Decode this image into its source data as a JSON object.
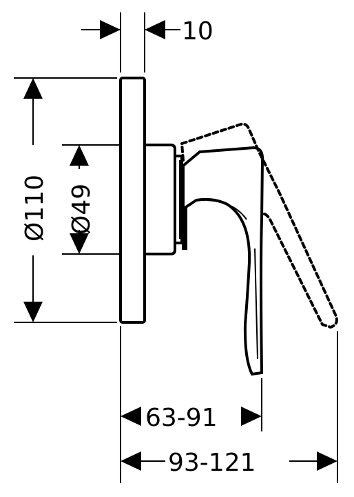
{
  "drawing": {
    "line_color": "#000000",
    "background": "#ffffff",
    "dimensions": {
      "plate_thickness": "10",
      "plate_diameter": "Ø110",
      "body_diameter": "Ø49",
      "lever_projection_short": "63-91",
      "lever_projection_long": "93-121"
    }
  }
}
